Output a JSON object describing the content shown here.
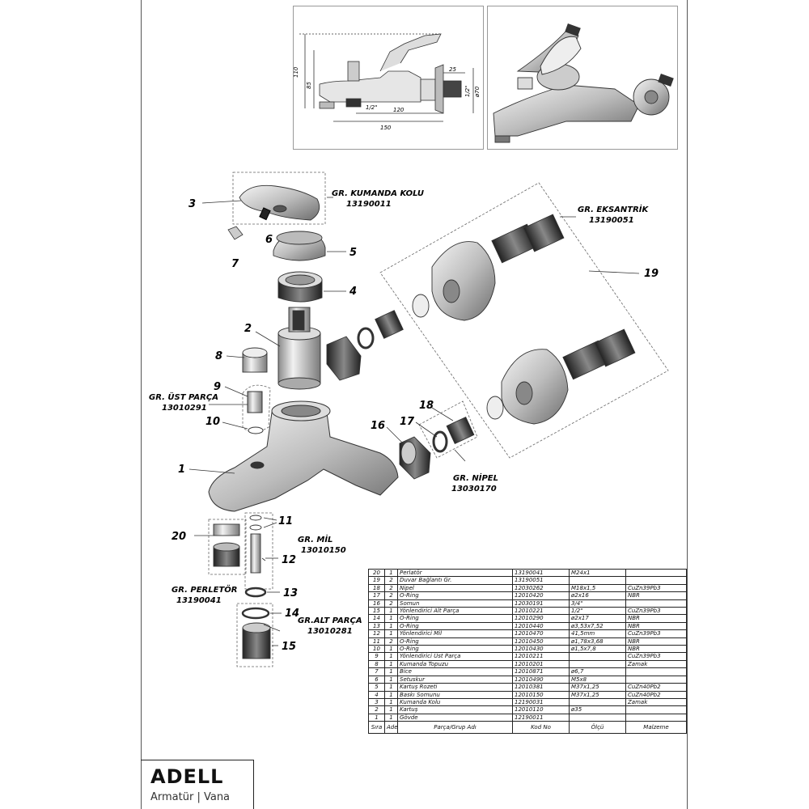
{
  "dimensions": {
    "d110": "110",
    "d85": "85",
    "d25": "25",
    "d12": "1/2\"",
    "d70": "ø70",
    "d120": "120",
    "d150": "150",
    "dhalf": "1/2\""
  },
  "callouts": [
    "1",
    "2",
    "3",
    "4",
    "5",
    "6",
    "7",
    "8",
    "9",
    "10",
    "11",
    "12",
    "13",
    "14",
    "15",
    "16",
    "17",
    "18",
    "19",
    "20"
  ],
  "groups": {
    "kumanda_kolu": {
      "name": "GR. KUMANDA KOLU",
      "code": "13190011"
    },
    "eksantrik": {
      "name": "GR. EKSANTRİK",
      "code": "13190051"
    },
    "ust_parca": {
      "name": "GR. ÜST PARÇA",
      "code": "13010291"
    },
    "nipel": {
      "name": "GR. NİPEL",
      "code": "13030170"
    },
    "mil": {
      "name": "GR. MİL",
      "code": "13010150"
    },
    "perletor": {
      "name": "GR. PERLETÖR",
      "code": "13190041"
    },
    "alt_parca": {
      "name": "GR.ALT PARÇA",
      "code": "13010281"
    }
  },
  "table": {
    "headers": [
      "Sıra",
      "Adet",
      "Parça/Grup Adı",
      "Kod No",
      "Ölçü",
      "Malzeme"
    ],
    "rows": [
      [
        "20",
        "1",
        "Perlatör",
        "13190041",
        "M24x1",
        ""
      ],
      [
        "19",
        "2",
        "Duvar Bağlantı Gr.",
        "13190051",
        "",
        ""
      ],
      [
        "18",
        "2",
        "Nipel",
        "12030262",
        "M18x1,5",
        "CuZn39Pb3"
      ],
      [
        "17",
        "2",
        "O-Ring",
        "12010420",
        "ø2x16",
        "NBR"
      ],
      [
        "16",
        "2",
        "Somun",
        "12030191",
        "3/4\"",
        ""
      ],
      [
        "15",
        "1",
        "Yönlendirici Alt Parça",
        "12010221",
        "1/2\"",
        "CuZn39Pb3"
      ],
      [
        "14",
        "1",
        "O-Ring",
        "12010290",
        "ø2x17",
        "NBR"
      ],
      [
        "13",
        "1",
        "O-Ring",
        "12010440",
        "ø3,53x7,52",
        "NBR"
      ],
      [
        "12",
        "1",
        "Yönlendirici Mil",
        "12010470",
        "41,5mm",
        "CuZn39Pb3"
      ],
      [
        "11",
        "2",
        "O-Ring",
        "12010450",
        "ø1,78x3,68",
        "NBR"
      ],
      [
        "10",
        "1",
        "O-Ring",
        "12010430",
        "ø1,5x7,8",
        "NBR"
      ],
      [
        "9",
        "1",
        "Yönlendirici Üst Parça",
        "12010211",
        "",
        "CuZn39Pb3"
      ],
      [
        "8",
        "1",
        "Kumanda Topuzu",
        "12010201",
        "",
        "Zamak"
      ],
      [
        "7",
        "1",
        "Bice",
        "12010871",
        "ø6,7",
        ""
      ],
      [
        "6",
        "1",
        "Setuskur",
        "12010490",
        "M5x8",
        ""
      ],
      [
        "5",
        "1",
        "Kartuş Rozeti",
        "12010381",
        "M37x1,25",
        "CuZn40Pb2"
      ],
      [
        "4",
        "1",
        "Baskı Somunu",
        "12010150",
        "M37x1,25",
        "CuZn40Pb2"
      ],
      [
        "3",
        "1",
        "Kumanda Kolu",
        "12190031",
        "",
        "Zamak"
      ],
      [
        "2",
        "1",
        "Kartuş",
        "12010110",
        "ø35",
        ""
      ],
      [
        "1",
        "1",
        "Gövde",
        "12190011",
        "",
        ""
      ]
    ]
  },
  "logo": {
    "brand": "ADELL",
    "tagline": "Armatür | Vana"
  }
}
